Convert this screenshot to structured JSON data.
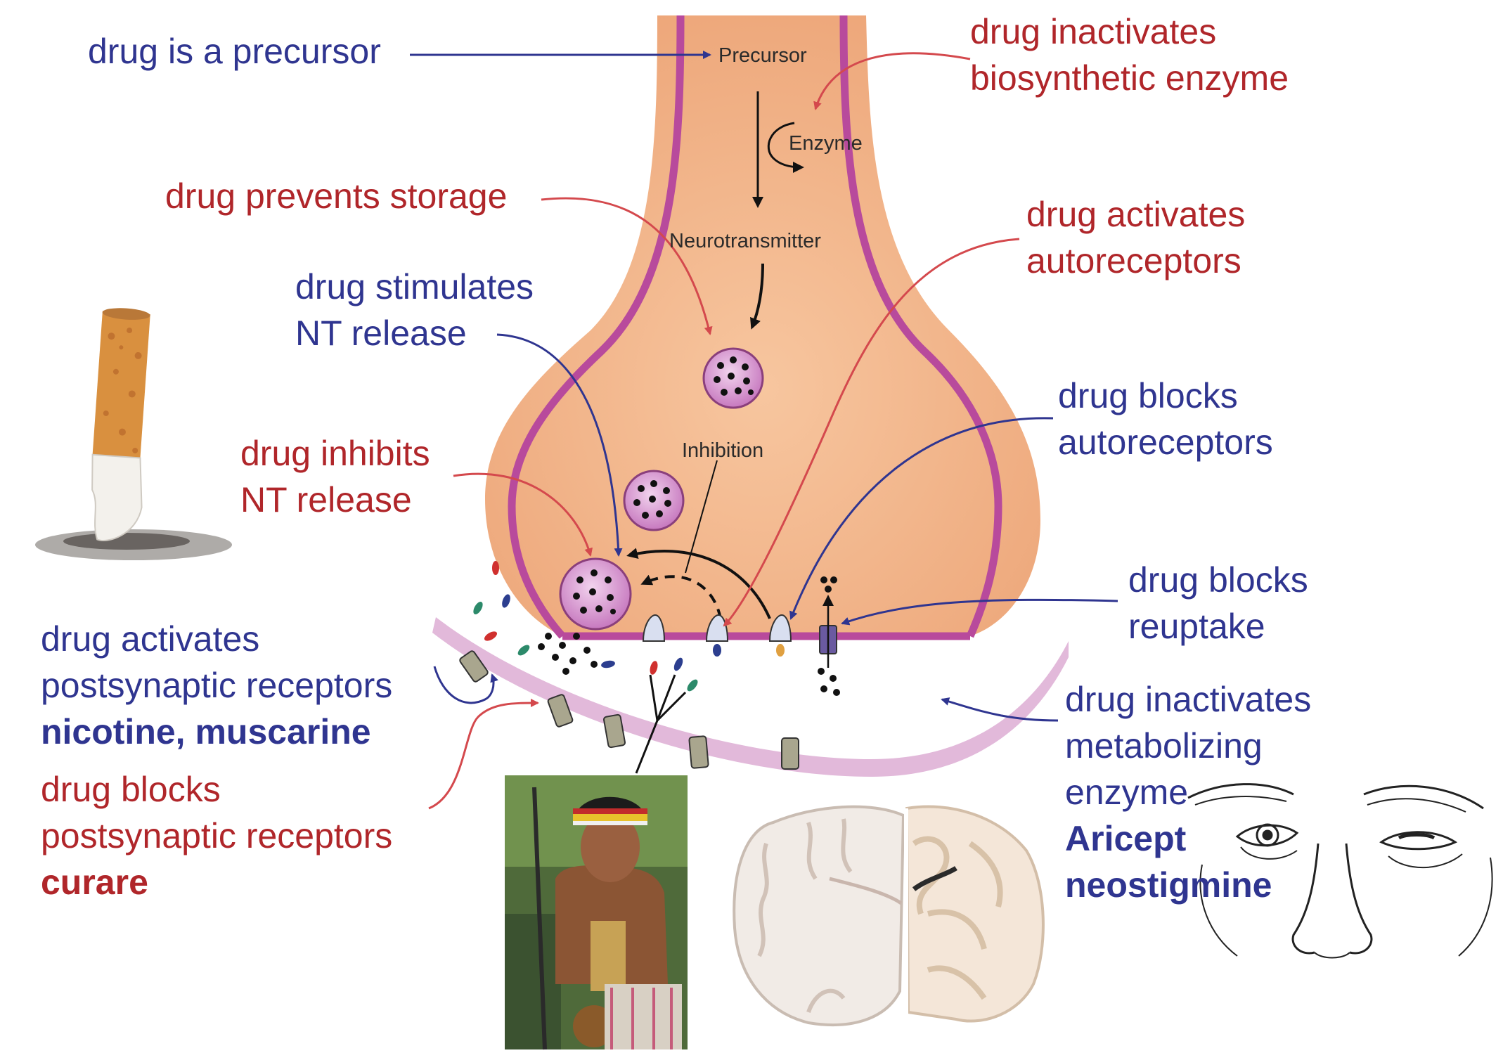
{
  "diagram": {
    "inner_labels": {
      "precursor": "Precursor",
      "enzyme": "Enzyme",
      "neurotransmitter": "Neurotransmitter",
      "inhibition": "Inhibition"
    },
    "annotations": {
      "precursor": {
        "lines": [
          "drug is a precursor"
        ]
      },
      "biosynthetic": {
        "lines": [
          "drug inactivates",
          "biosynthetic enzyme"
        ]
      },
      "storage": {
        "lines": [
          "drug prevents storage"
        ]
      },
      "activates_auto": {
        "lines": [
          "drug activates",
          "autoreceptors"
        ]
      },
      "stimulates": {
        "lines": [
          "drug stimulates",
          "NT release"
        ]
      },
      "blocks_auto": {
        "lines": [
          "drug blocks",
          "autoreceptors"
        ]
      },
      "inhibits": {
        "lines": [
          "drug inhibits",
          "NT release"
        ]
      },
      "reuptake": {
        "lines": [
          "drug blocks",
          "reuptake"
        ]
      },
      "activates_post": {
        "lines": [
          "drug activates",
          "postsynaptic receptors"
        ],
        "examples": "nicotine, muscarine"
      },
      "blocks_post": {
        "lines": [
          "drug blocks",
          "postsynaptic receptors"
        ],
        "examples": "curare"
      },
      "metabolizing": {
        "lines": [
          "drug inactivates",
          "metabolizing",
          "enzyme"
        ],
        "examples": [
          "Aricept",
          "neostigmine"
        ]
      }
    },
    "colors": {
      "blue_text": "#2f3590",
      "red_text": "#b0262a",
      "terminal_fill": "#f3b98e",
      "membrane": "#b84a9c",
      "postsynaptic_band": "#e2b9da",
      "vesicle": "#d596cc"
    },
    "pictures": [
      "cigarette-butt-photo",
      "curare-hunter-photo",
      "brain-slices-photo",
      "eyes-drawing"
    ]
  }
}
